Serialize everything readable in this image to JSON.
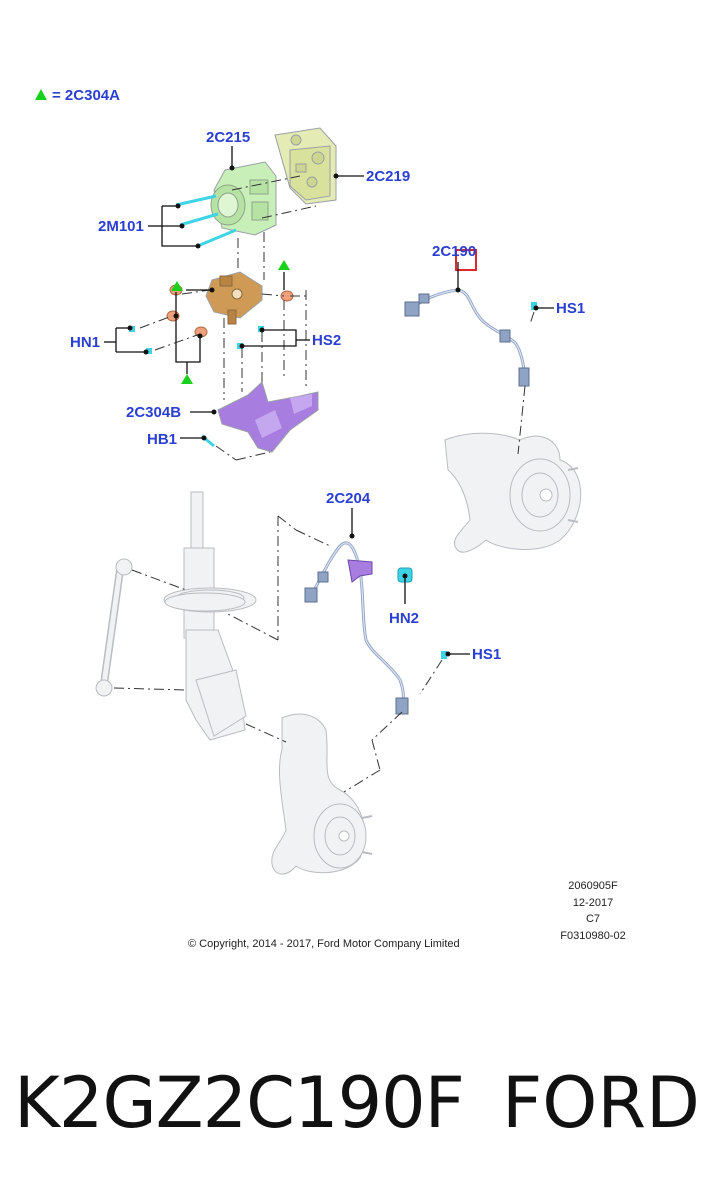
{
  "legend": {
    "text": "= 2C304A",
    "marker_color": "#19d11b"
  },
  "callouts": {
    "c2C215": "2C215",
    "c2C219": "2C219",
    "c2M101": "2M101",
    "cHN1": "HN1",
    "cHS2": "HS2",
    "c2C304B": "2C304B",
    "cHB1": "HB1",
    "c2C190": "2C190",
    "cHS1a": "HS1",
    "c2C204": "2C204",
    "cHN2": "HN2",
    "cHS1b": "HS1"
  },
  "drawing_info": [
    "2060905F",
    "12-2017",
    "C7",
    "F0310980-02"
  ],
  "copyright": "© Copyright, 2014 - 2017, Ford Motor Company Limited",
  "caption": {
    "part_number": "K2GZ2C190F",
    "brand": "FORD"
  },
  "colors": {
    "callout": "#2b3fd1",
    "abs_module": "#c9efb9",
    "hcu_block": "#e4ebb4",
    "bracket": "#cf9a55",
    "lower_bracket": "#a77de0",
    "cable": "#8fa3c4",
    "fastener": "#3fd3e6",
    "highlight_box": "#e1252d",
    "insulator": "#f2a07c"
  }
}
